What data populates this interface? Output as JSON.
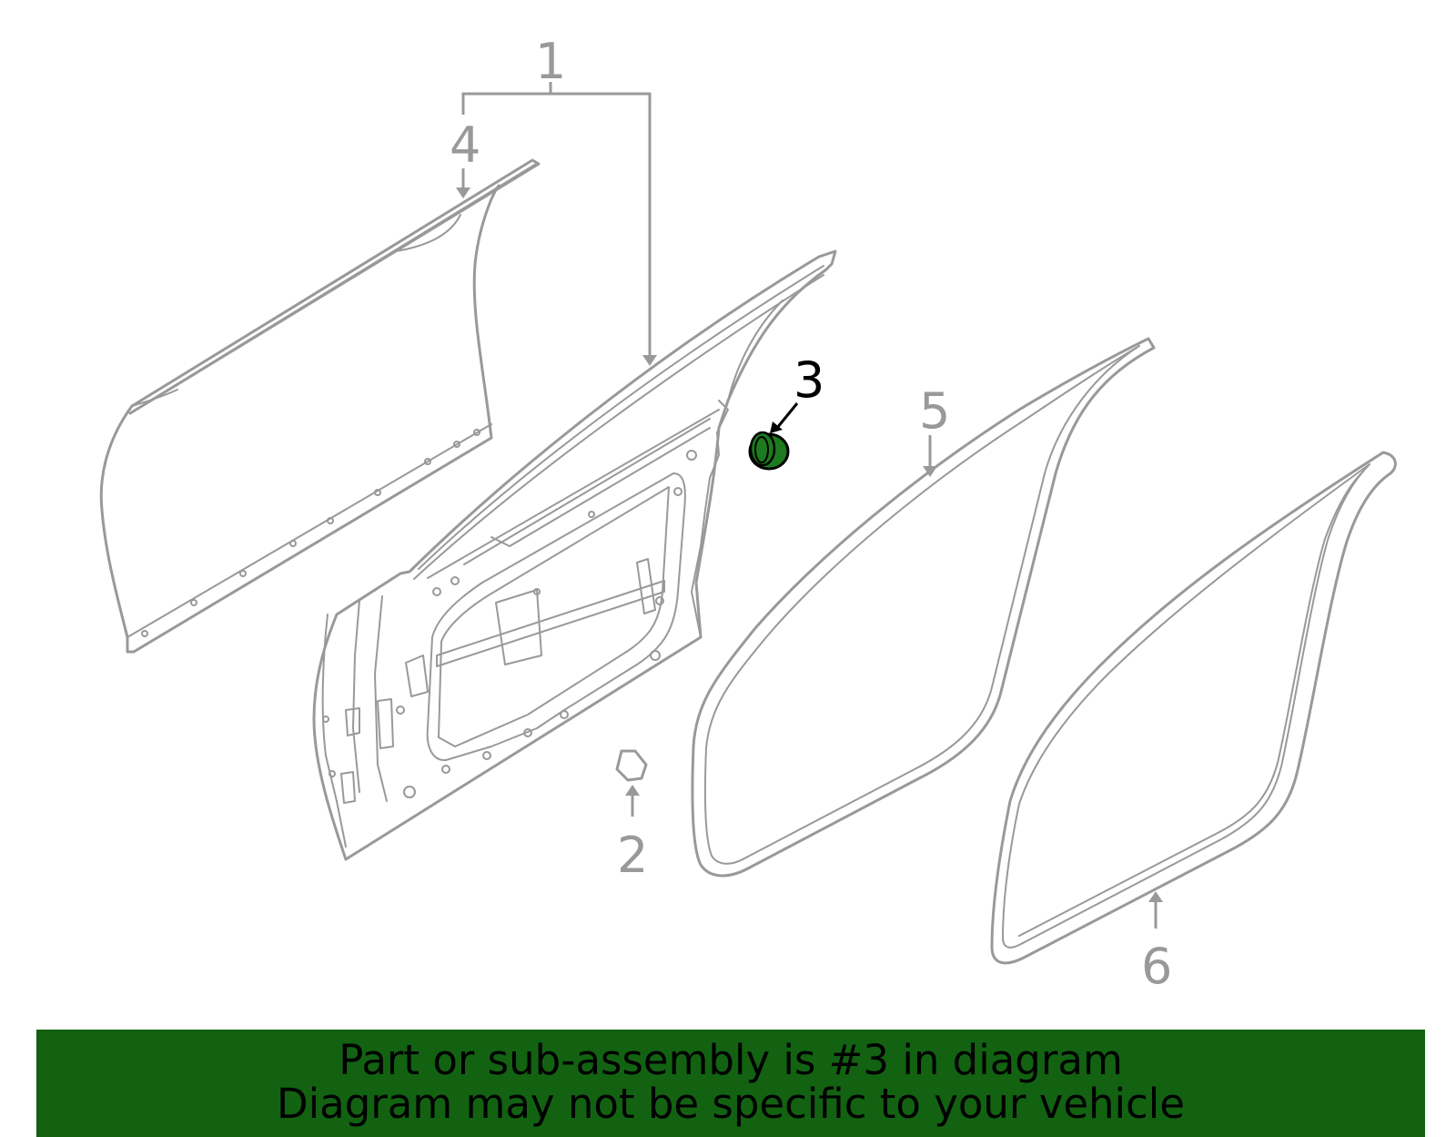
{
  "diagram": {
    "callouts": {
      "c1": "1",
      "c2": "2",
      "c3": "3",
      "c4": "4",
      "c5": "5",
      "c6": "6"
    },
    "highlighted_part": "3",
    "colors": {
      "line": "#999999",
      "highlight_fill": "#1e7a1e",
      "highlight_text": "#000000",
      "banner_bg": "#126212"
    }
  },
  "banner": {
    "line1": "Part or sub-assembly is #3 in diagram",
    "line2": "Diagram may not be specific to your vehicle"
  }
}
